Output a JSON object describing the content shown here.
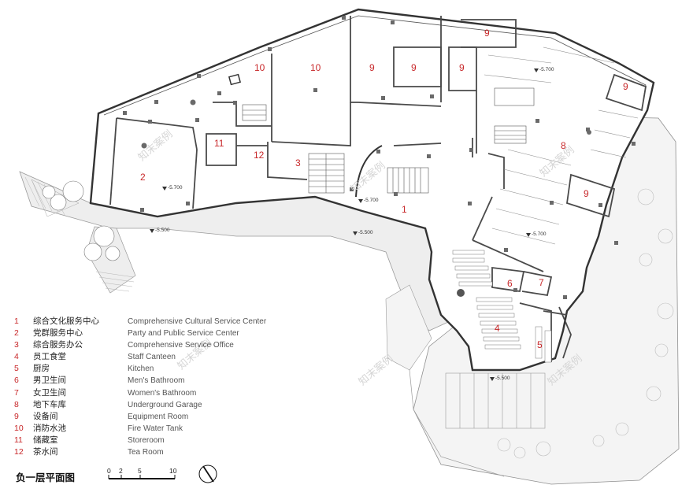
{
  "legend": [
    {
      "num": "1",
      "cn": "综合文化服务中心",
      "en": "Comprehensive Cultural Service Center"
    },
    {
      "num": "2",
      "cn": "党群服务中心",
      "en": "Party and Public Service Center"
    },
    {
      "num": "3",
      "cn": "综合服务办公",
      "en": "Comprehensive Service Office"
    },
    {
      "num": "4",
      "cn": "员工食堂",
      "en": "Staff Canteen"
    },
    {
      "num": "5",
      "cn": "厨房",
      "en": "Kitchen"
    },
    {
      "num": "6",
      "cn": "男卫生间",
      "en": "Men's Bathroom"
    },
    {
      "num": "7",
      "cn": "女卫生间",
      "en": "Women's Bathroom"
    },
    {
      "num": "8",
      "cn": "地下车库",
      "en": "Underground Garage"
    },
    {
      "num": "9",
      "cn": "设备间",
      "en": "Equipment Room"
    },
    {
      "num": "10",
      "cn": "消防水池",
      "en": "Fire Water Tank"
    },
    {
      "num": "11",
      "cn": "储藏室",
      "en": "Storeroom"
    },
    {
      "num": "12",
      "cn": "茶水间",
      "en": "Tea Room"
    }
  ],
  "plan_title": "负一层平面图",
  "scale_bar": {
    "ticks": [
      "0",
      "2",
      "5",
      "10"
    ]
  },
  "room_labels": {
    "r1": "1",
    "r2": "2",
    "r3": "3",
    "r4": "4",
    "r5": "5",
    "r6": "6",
    "r7": "7",
    "r8": "8",
    "r9a": "9",
    "r9b": "9",
    "r9c": "9",
    "r9d": "9",
    "r9e": "9",
    "r9f": "9",
    "r10a": "10",
    "r10b": "10",
    "r11": "11",
    "r12": "12"
  },
  "level_tags": {
    "l1": "-5.700",
    "l2": "-5.700",
    "l3": "-5.500",
    "l4": "-5.500",
    "l5": "-5.700",
    "l6": "-5.700",
    "l7": "-5.500"
  },
  "watermark": "知末案例",
  "colors": {
    "label_red": "#c8282a",
    "wall": "#4a4a4a",
    "ramp": "#e6e6e6"
  }
}
